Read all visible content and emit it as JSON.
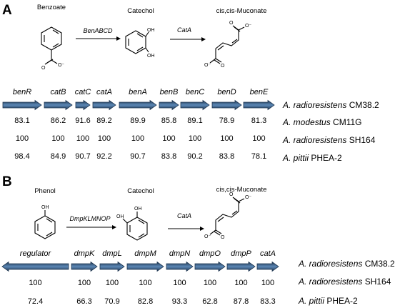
{
  "panel_a": {
    "letter": "A",
    "compounds": [
      "Benzoate",
      "Catechol",
      "cis,cis-Muconate"
    ],
    "enzymes": [
      "BenABCD",
      "CatA"
    ],
    "genes": [
      "benR",
      "catB",
      "catC",
      "catA",
      "benA",
      "benB",
      "benC",
      "benD",
      "benE"
    ],
    "gene_directions": [
      "right",
      "right",
      "right",
      "right",
      "right",
      "right",
      "right",
      "right",
      "right"
    ],
    "organisms": [
      {
        "genus": "A. radioresistens",
        "strain": "CM38.2"
      },
      {
        "genus": "A. modestus",
        "strain": "CM11G"
      },
      {
        "genus": "A. radioresistens",
        "strain": "SH164"
      },
      {
        "genus": "A. pittii",
        "strain": "PHEA-2"
      }
    ],
    "identity_rows": [
      [
        "83.1",
        "86.2",
        "91.6",
        "89.2",
        "89.9",
        "85.8",
        "89.1",
        "78.9",
        "81.3"
      ],
      [
        "100",
        "100",
        "100",
        "100",
        "100",
        "100",
        "100",
        "100",
        "100"
      ],
      [
        "98.4",
        "84.9",
        "90.7",
        "92.2",
        "90.7",
        "83.8",
        "90.2",
        "83.8",
        "78.1"
      ]
    ]
  },
  "panel_b": {
    "letter": "B",
    "compounds": [
      "Phenol",
      "Catechol",
      "cis,cis-Muconate"
    ],
    "enzymes": [
      "DmpKLMNOP",
      "CatA"
    ],
    "genes": [
      "regulator",
      "dmpK",
      "dmpL",
      "dmpM",
      "dmpN",
      "dmpO",
      "dmpP",
      "catA"
    ],
    "gene_directions": [
      "left",
      "right",
      "right",
      "right",
      "right",
      "right",
      "right",
      "right"
    ],
    "organisms": [
      {
        "genus": "A. radioresistens",
        "strain": "CM38.2"
      },
      {
        "genus": "A. radioresistens",
        "strain": "SH164"
      },
      {
        "genus": "A. pittii",
        "strain": "PHEA-2"
      }
    ],
    "identity_rows": [
      [
        "100",
        "100",
        "100",
        "100",
        "100",
        "100",
        "100",
        "100"
      ],
      [
        "72.4",
        "66.3",
        "70.9",
        "82.8",
        "93.3",
        "62.8",
        "87.8",
        "83.3"
      ]
    ]
  },
  "chem_labels": {
    "oh": "OH",
    "o_minus": "O⁻",
    "o": "O"
  },
  "colors": {
    "gene_fill": "#1f3650",
    "gene_highlight": "#5b87b5",
    "text": "#000000"
  }
}
